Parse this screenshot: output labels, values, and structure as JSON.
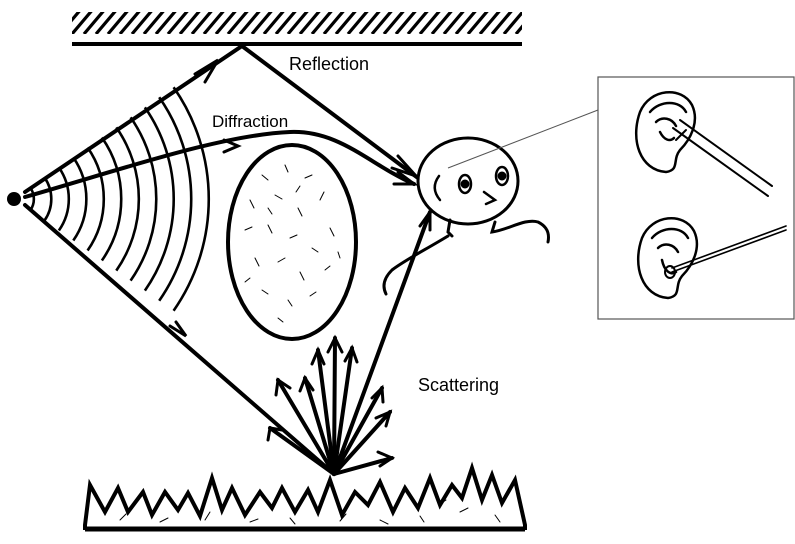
{
  "labels": {
    "reflection": "Reflection",
    "diffraction": "Diffraction",
    "scattering": "Scattering"
  },
  "colors": {
    "ink": "#000000",
    "background": "#ffffff",
    "inset_border": "#555555"
  },
  "icons": [
    "ceiling-wall",
    "sound-source",
    "obstacle-ellipse",
    "listener-head",
    "rough-ground",
    "ear-probe-inset"
  ]
}
